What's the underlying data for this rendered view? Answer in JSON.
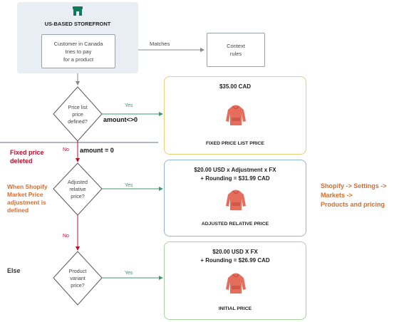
{
  "storefront": {
    "title": "US-BASED STOREFRONT",
    "customer_text_1": "Customer in Canada",
    "customer_text_2": "tries to pay",
    "customer_text_3": "for a product",
    "icon": "store-icon"
  },
  "matches_label": "Matches",
  "context_rules": {
    "line1": "Context",
    "line2": "rules"
  },
  "decisions": [
    {
      "line1": "Price list",
      "line2": "price",
      "line3": "defined?",
      "yes": "Yes",
      "no": "No"
    },
    {
      "line1": "Adjusted",
      "line2": "relative",
      "line3": "price?",
      "yes": "Yes",
      "no": "No"
    },
    {
      "line1": "Product",
      "line2": "variant",
      "line3": "price?",
      "yes": "Yes"
    }
  ],
  "conditions": {
    "nonzero": "amount<>0",
    "zero": "amount = 0"
  },
  "cards": [
    {
      "top1": "$35.00 CAD",
      "top2": "",
      "bottom": "FIXED PRICE LIST PRICE",
      "border": "#eccb7a",
      "icon": "hoodie-icon"
    },
    {
      "top1": "$20.00 USD x Adjustment x FX",
      "top2": "+ Rounding = $31.99 CAD",
      "bottom": "ADJUSTED RELATIVE PRICE",
      "border": "#8fb6d8",
      "icon": "hoodie-icon"
    },
    {
      "top1": "$20.00 USD X FX",
      "top2": "+ Rounding =  $26.99 CAD",
      "bottom": "INITIAL PRICE",
      "border": "#a9d39a",
      "icon": "hoodie-icon"
    }
  ],
  "notes": {
    "fixed_1": "Fixed price",
    "fixed_2": "deleted",
    "market_1": "When Shopify",
    "market_2": "Market Price",
    "market_3": "adjustment is",
    "market_4": "defined",
    "else": "Else",
    "path_1": "Shopify -> Settings ->",
    "path_2": "Markets ->",
    "path_3": "Products and pricing"
  },
  "colors": {
    "yes_green": "#3f9a6b",
    "no_red": "#b8102a",
    "accent_orange": "#d86d2f",
    "storefront_bg": "#e9eef4",
    "hoodie": "#e56d5c"
  }
}
